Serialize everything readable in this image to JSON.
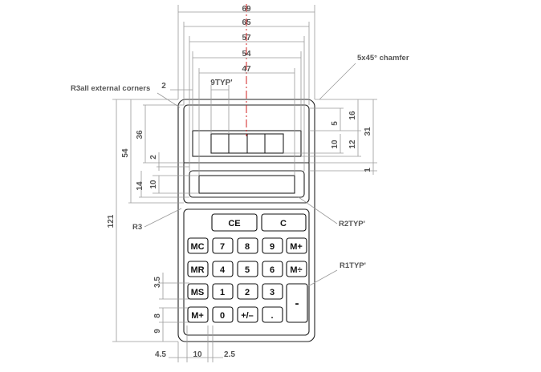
{
  "drawing": {
    "top_dims": [
      "69",
      "65",
      "57",
      "54",
      "47"
    ],
    "typ_9": "9TYP'",
    "dim_2_top": "2",
    "chamfer_note": "5x45° chamfer",
    "r3_external_note": "R3all external corners",
    "left_dims": {
      "d121": "121",
      "d54": "54",
      "d36": "36",
      "d2": "2",
      "d14": "14",
      "d10": "10"
    },
    "right_dims": {
      "d16": "16",
      "d31": "31",
      "d5": "5",
      "d10": "10",
      "d12": "12",
      "d1": "1"
    },
    "r3_label": "R3",
    "r2typ_label": "R2TYP'",
    "r1typ_label": "R1TYP'",
    "key_dims": {
      "d35": "3.5",
      "d8": "8",
      "d9": "9"
    },
    "bottom_dims": {
      "d45": "4.5",
      "d10": "10",
      "d25": "2.5"
    }
  },
  "keys": {
    "ce": "CE",
    "c": "C",
    "mc": "MC",
    "k7": "7",
    "k8": "8",
    "k9": "9",
    "mplus_top": "M+",
    "mr": "MR",
    "k4": "4",
    "k5": "5",
    "k6": "6",
    "mdiv": "M÷",
    "ms": "MS",
    "k1": "1",
    "k2": "2",
    "k3": "3",
    "minus": "-",
    "mplus_bottom": "M+",
    "k0": "0",
    "plusminus": "+/–",
    "dot": "."
  }
}
